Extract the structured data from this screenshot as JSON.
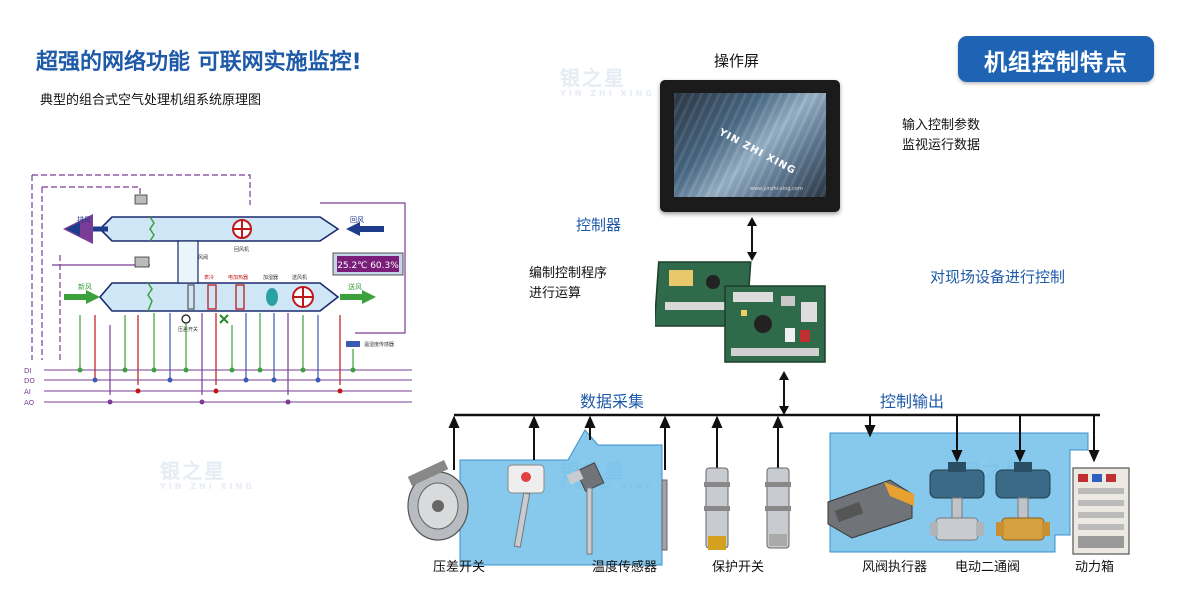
{
  "headline": "超强的网络功能  可联网实施监控!",
  "subheading": "典型的组合式空气处理机组系统原理图",
  "badge": "机组控制特点",
  "watermark": {
    "name": "银之星",
    "pinyin": "YIN ZHI XING"
  },
  "ahu": {
    "exhaust": "排风",
    "return": "回风",
    "fresh": "新风",
    "supply": "送风",
    "fan1": "回风机",
    "damper": "风阀",
    "filter": "表冷",
    "heater": "电加热器",
    "humid": "加湿器",
    "fan2": "送风机",
    "dp": "压差开关",
    "sensor": "温湿度传感器",
    "display": "25.2℃  60.3%",
    "io": [
      "DI",
      "DO",
      "AI",
      "AO"
    ]
  },
  "screen": {
    "label": "操作屏",
    "brand": "YIN ZHI XING",
    "url": "www.yinzhi-xing.com"
  },
  "screen_note": [
    "输入控制参数",
    "监视运行数据"
  ],
  "controller": {
    "label": "控制器",
    "note": [
      "编制控制程序",
      "进行运算"
    ]
  },
  "field_control": "对现场设备进行控制",
  "bus": {
    "collect": "数据采集",
    "output": "控制输出"
  },
  "devices": {
    "dp_switch": "压差开关",
    "temp_sensor": "温度传感器",
    "protect_switch": "保护开关",
    "damper_actuator": "风阀执行器",
    "valve": "电动二通阀",
    "power_box": "动力箱"
  },
  "colors": {
    "title_blue": "#1e5aa8",
    "badge_bg": "#1f64b4",
    "panel_blue": "#58b4e6",
    "purple": "#7a3c96"
  }
}
